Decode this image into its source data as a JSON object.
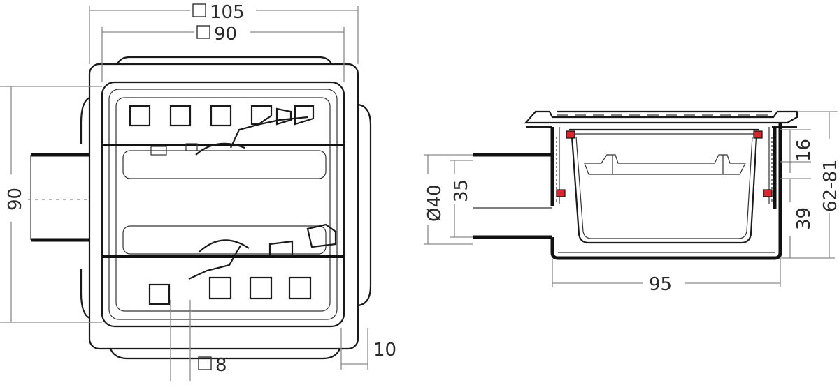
{
  "dimensions": {
    "top_outer": "105",
    "top_inner": "90",
    "left_height": "90",
    "bottom_square": "8",
    "bottom_right": "10",
    "side_diameter": "Ø40",
    "side_35": "35",
    "side_width": "95",
    "side_16": "16",
    "side_39": "39",
    "side_height_range": "62-81"
  },
  "colors": {
    "seal": "#d8282f",
    "line": "#1a1a1a",
    "dimension": "#8a8a8a"
  }
}
